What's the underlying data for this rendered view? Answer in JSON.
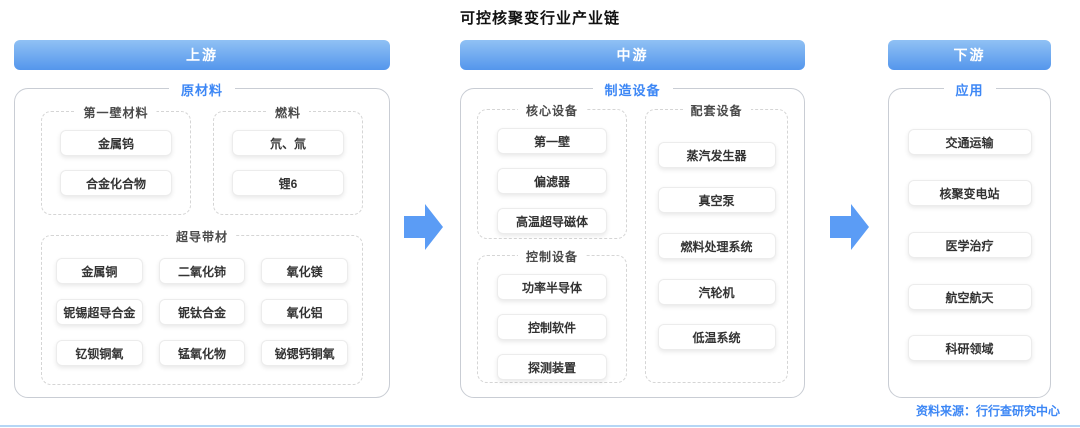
{
  "title": "可控核聚变行业产业链",
  "source": "资料来源：行行查研究中心",
  "colors": {
    "accent": "#3D87F5",
    "banner_top": "#90C1F4",
    "banner_bottom": "#5496EC",
    "arrow": "#5B9CF5",
    "divider": "#B5D6F5"
  },
  "upstream": {
    "banner": "上游",
    "section": "原材料",
    "groups": [
      {
        "label": "第一壁材料",
        "items": [
          "金属钨",
          "合金化合物"
        ]
      },
      {
        "label": "燃料",
        "items": [
          "氘、氚",
          "锂6"
        ]
      },
      {
        "label": "超导带材",
        "items": [
          "金属铜",
          "二氧化铈",
          "氧化镁",
          "铌锡超导合金",
          "铌钛合金",
          "氧化铝",
          "钇钡铜氧",
          "锰氧化物",
          "铋锶钙铜氧"
        ]
      }
    ]
  },
  "midstream": {
    "banner": "中游",
    "section": "制造设备",
    "groups": [
      {
        "label": "核心设备",
        "items": [
          "第一壁",
          "偏滤器",
          "高温超导磁体"
        ]
      },
      {
        "label": "控制设备",
        "items": [
          "功率半导体",
          "控制软件",
          "探测装置"
        ]
      },
      {
        "label": "配套设备",
        "items": [
          "蒸汽发生器",
          "真空泵",
          "燃料处理系统",
          "汽轮机",
          "低温系统"
        ]
      }
    ]
  },
  "downstream": {
    "banner": "下游",
    "section": "应用",
    "items": [
      "交通运输",
      "核聚变电站",
      "医学治疗",
      "航空航天",
      "科研领域"
    ]
  }
}
